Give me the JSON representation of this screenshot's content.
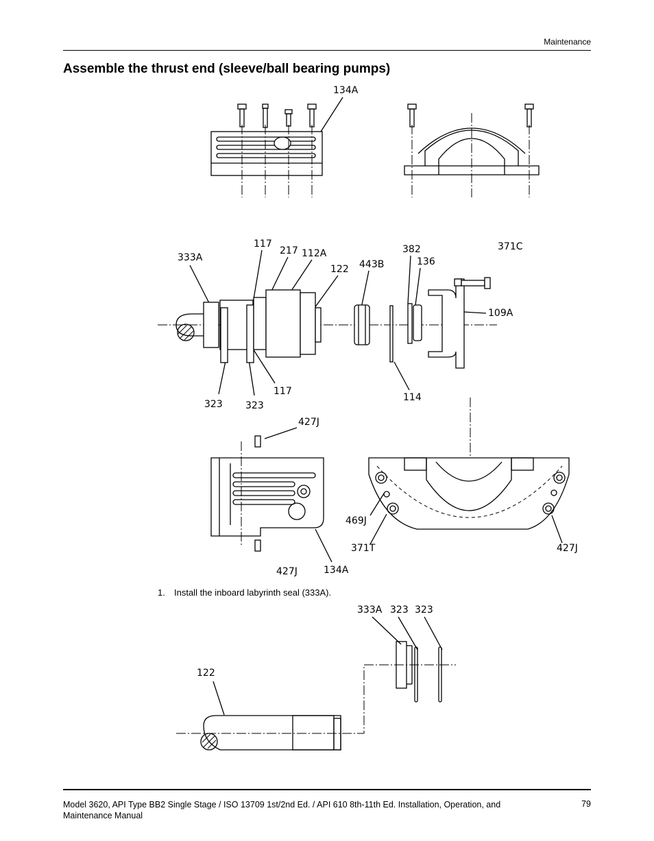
{
  "header": {
    "section": "Maintenance"
  },
  "page": {
    "title": "Assemble the thrust end (sleeve/ball bearing pumps)"
  },
  "figure_top": {
    "callouts": [
      "134A"
    ]
  },
  "figure_mid": {
    "callouts": {
      "c333a": "333A",
      "c117a": "117",
      "c217": "217",
      "c112a": "112A",
      "c122": "122",
      "c443b": "443B",
      "c382": "382",
      "c136": "136",
      "c371c": "371C",
      "c109a": "109A",
      "c323a": "323",
      "c323b": "323",
      "c117b": "117",
      "c114": "114"
    }
  },
  "figure_bottom": {
    "callouts": {
      "c427j_top": "427J",
      "c469j": "469J",
      "c371t": "371T",
      "c427j_right": "427J",
      "c427j_bottom": "427J",
      "c134a": "134A"
    }
  },
  "steps": [
    {
      "number": "1.",
      "text": "Install the inboard labyrinth seal (333A)."
    }
  ],
  "figure_step1": {
    "callouts": {
      "c333a": "333A",
      "c323a": "323",
      "c323b": "323",
      "c122": "122"
    }
  },
  "footer": {
    "doc_title": "Model 3620, API Type BB2 Single Stage / ISO 13709 1st/2nd Ed. / API 610 8th-11th Ed. Installation, Operation, and Maintenance Manual",
    "page_number": "79"
  }
}
